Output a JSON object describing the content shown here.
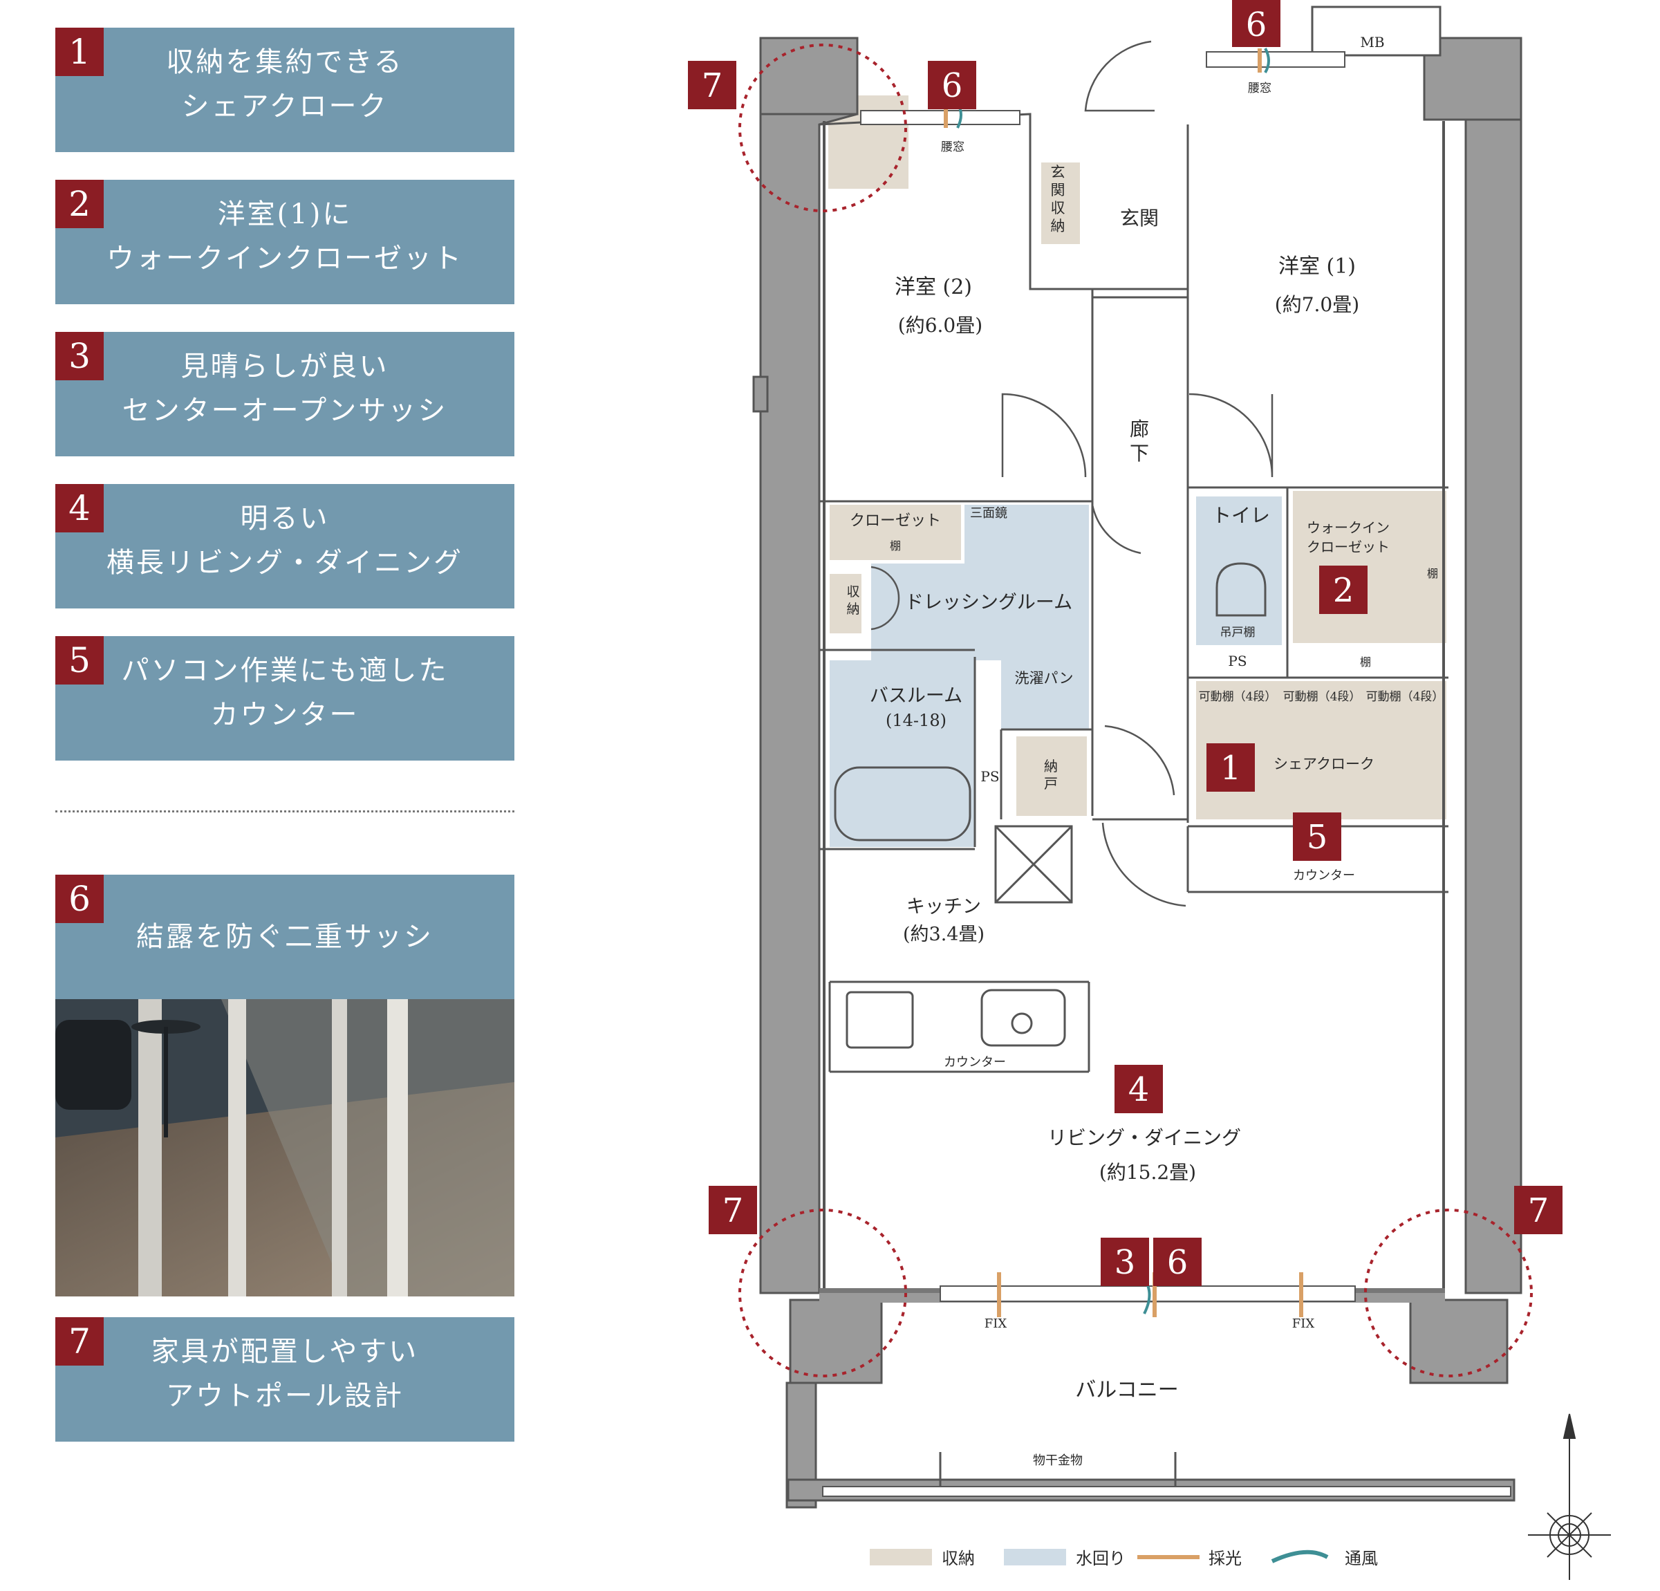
{
  "features": [
    {
      "num": "1",
      "line1": "収納を集約できる",
      "line2": "シェアクローク"
    },
    {
      "num": "2",
      "line1": "洋室(1)に",
      "line2": "ウォークインクローゼット"
    },
    {
      "num": "3",
      "line1": "見晴らしが良い",
      "line2": "センターオープンサッシ"
    },
    {
      "num": "4",
      "line1": "明るい",
      "line2": "横長リビング・ダイニング"
    },
    {
      "num": "5",
      "line1": "パソコン作業にも適した",
      "line2": "カウンター"
    },
    {
      "num": "6",
      "line1": "結露を防ぐ二重サッシ"
    },
    {
      "num": "7",
      "line1": "家具が配置しやすい",
      "line2": "アウトポール設計"
    }
  ],
  "rooms": {
    "western2": {
      "name": "洋室 (2)",
      "size": "(約6.0畳)"
    },
    "western1": {
      "name": "洋室 (1)",
      "size": "(約7.0畳)"
    },
    "entrance": "玄関",
    "entrance_storage": [
      "玄",
      "関",
      "収",
      "納"
    ],
    "hallway": [
      "廊",
      "下"
    ],
    "closet": "クローゼット",
    "shelf": "棚",
    "mirror": "三面鏡",
    "storage": [
      "収",
      "納"
    ],
    "dressing": "ドレッシングルーム",
    "washpan": "洗濯パン",
    "bath": {
      "name": "バスルーム",
      "size": "(14-18)"
    },
    "ps": "PS",
    "nando": [
      "納",
      "戸"
    ],
    "toilet": "トイレ",
    "hanging_shelf": "吊戸棚",
    "wic": [
      "ウォークイン",
      "クローゼット"
    ],
    "movable_shelf": "可動棚（4段）",
    "share_cloak": "シェアクローク",
    "counter": "カウンター",
    "kitchen": {
      "name": "キッチン",
      "size": "(約3.4畳)"
    },
    "living": {
      "name": "リビング・ダイニング",
      "size": "(約15.2畳)"
    },
    "balcony": "バルコニー",
    "drying_rack": "物干金物",
    "mb": "MB",
    "waist_window": "腰窓",
    "fix": "FIX"
  },
  "legend": [
    {
      "label": "収納",
      "color": "#e2dbcf"
    },
    {
      "label": "水回り",
      "color": "#cfdce6"
    },
    {
      "label": "採光",
      "color": "#d9a066"
    },
    {
      "label": "通風",
      "color": "#3e8f95"
    }
  ],
  "colors": {
    "feature_bg": "#7399ae",
    "marker": "#8b1d24",
    "storage": "#e2dbcf",
    "water": "#cfdce6",
    "wall": "#9a9a9a"
  }
}
